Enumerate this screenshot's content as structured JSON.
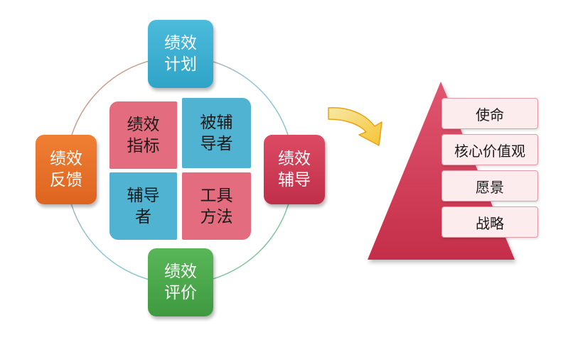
{
  "cycle": {
    "plan": "绩效\n计划",
    "coach": "绩效\n辅导",
    "evaluate": "绩效\n评价",
    "feedback": "绩效\n反馈"
  },
  "center": {
    "indicators": "绩效\n指标",
    "coachee": "被辅\n导者",
    "coach": "辅导\n者",
    "tools": "工具\n方法"
  },
  "pyramid": {
    "tiers": [
      "使命",
      "核心价值观",
      "愿景",
      "战略"
    ]
  },
  "colors": {
    "blue": "#3aaed0",
    "red": "#c9344f",
    "green": "#4aa84a",
    "orange": "#e8702a",
    "quad_pink": "#e36c7e",
    "quad_blue": "#4fb3d1",
    "pyramid": "#d23e55",
    "arrow": "#f0b018"
  }
}
